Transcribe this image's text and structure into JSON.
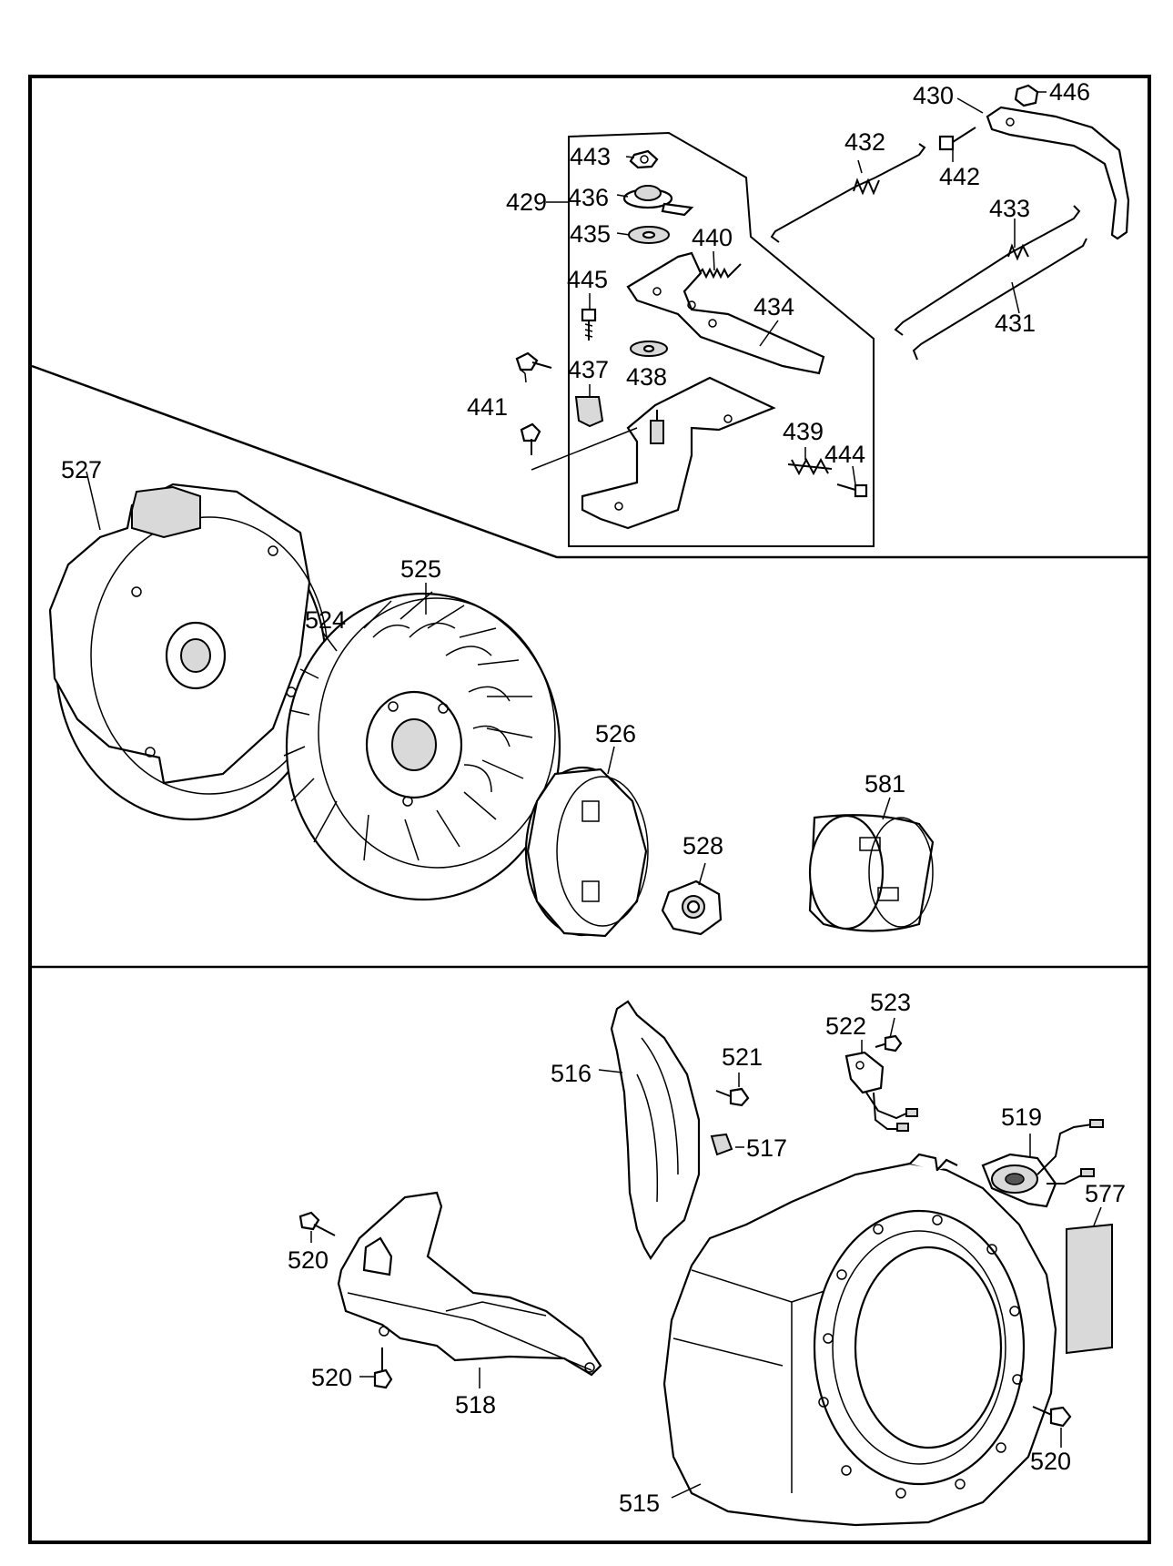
{
  "labels": {
    "p430": "430",
    "p446": "446",
    "p432": "432",
    "p442": "442",
    "p443": "443",
    "p429": "429",
    "p436": "436",
    "p435": "435",
    "p440": "440",
    "p433": "433",
    "p445": "445",
    "p434": "434",
    "p431": "431",
    "p441": "441",
    "p437": "437",
    "p438": "438",
    "p439": "439",
    "p444": "444",
    "p527": "527",
    "p525": "525",
    "p524": "524",
    "p526": "526",
    "p581": "581",
    "p528": "528",
    "p523": "523",
    "p522": "522",
    "p521": "521",
    "p516": "516",
    "p517": "517",
    "p519": "519",
    "p577": "577",
    "p520a": "520",
    "p520b": "520",
    "p520c": "520",
    "p518": "518",
    "p515": "515"
  }
}
